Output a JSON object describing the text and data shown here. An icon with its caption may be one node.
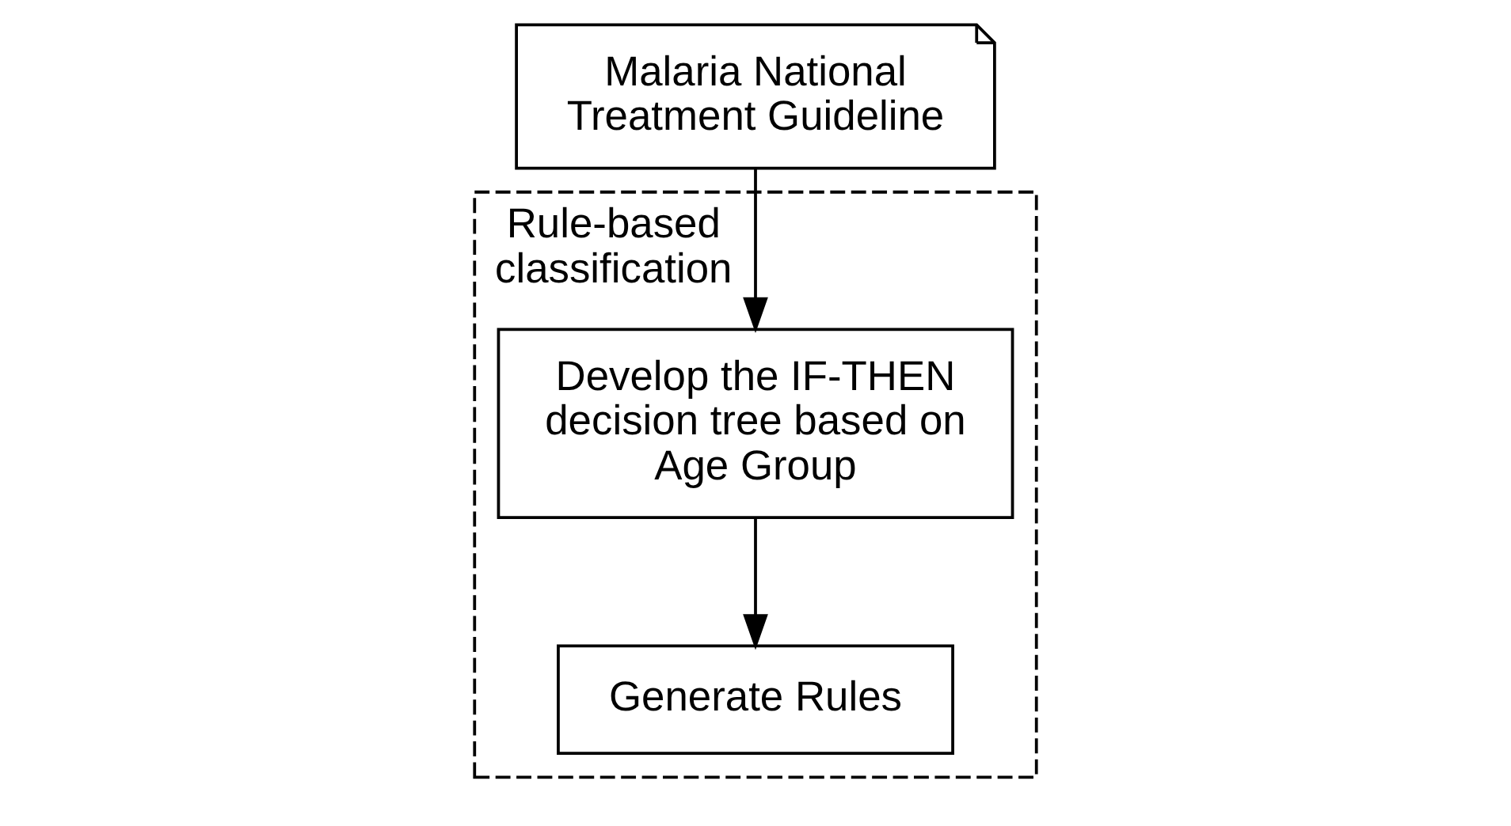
{
  "diagram": {
    "nodes": [
      {
        "text": [
          "Rule-based classification"
        ]
      },
      {
        "text": [
          "Develop the IF-THEN decision tree based on Age Group"
        ],
        "in": 0
      },
      {
        "text": [
          "Generate Rules"
        ],
        "in": 0
      },
      {
        "text": [
          "Malaria National Treatment Guideline"
        ]
      }
    ],
    "edges": [
      {
        "from": 3,
        "to": 1,
        "arrow": "to"
      },
      {
        "from": 1,
        "to": 2,
        "arrow": "to"
      }
    ]
  }
}
